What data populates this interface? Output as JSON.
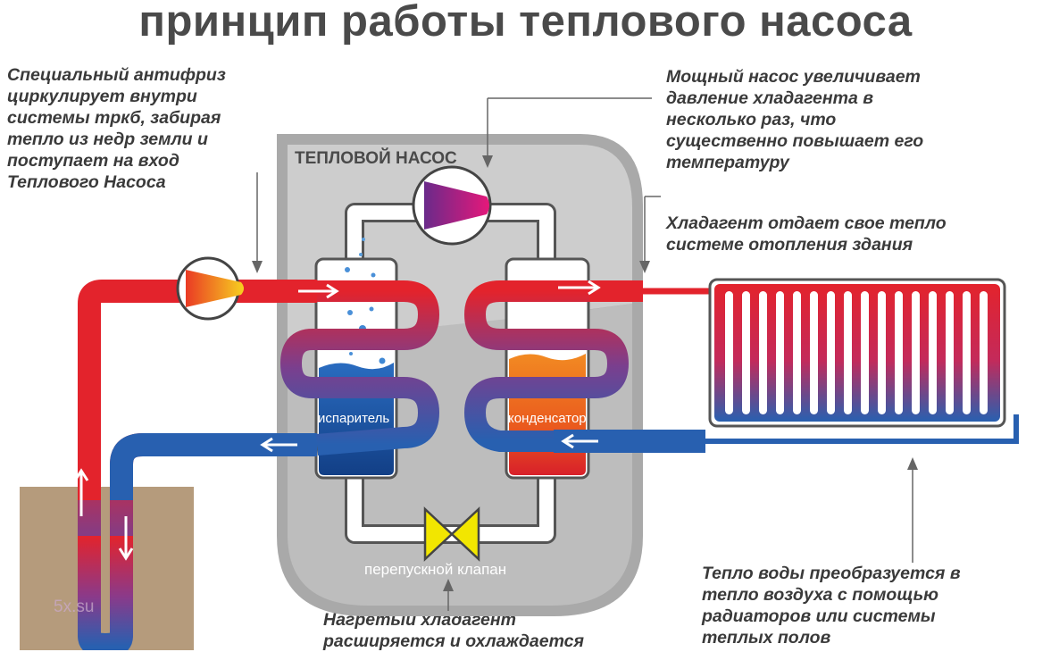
{
  "title": "принцип работы теплового насоса",
  "notes": {
    "antifreeze": "Специальный антифриз\nциркулирует внутри\nсистемы тркб, забирая\nтепло из недр земли и\nпоступает на вход\nТеплового Насоса",
    "compressor": "Мощный насос увеличивает\nдавление хладагента в\nнесколько раз, что\nсущественно повышает его\nтемпературу",
    "release": "Хладагент отдает свое тепло\nсистеме отопления здания",
    "radiators": "Тепло воды преобразуется в\nтепло воздуха  с помощью\nрадиаторов или системы\nтеплых полов",
    "expansion": "Нагретый хладагент\nрасширяется и охлаждается"
  },
  "labels": {
    "unit": "ТЕПЛОВОЙ  НАСОС",
    "evaporator": "испаритель",
    "condenser": "конденсатор",
    "valve": "перепускной клапан",
    "watermark": "5x.su"
  },
  "colors": {
    "hot": "#e3232c",
    "cold": "#2860b0",
    "housing": "#a9a9a9",
    "housing_inner": "#c8c8c8",
    "ground": "#b59b7c",
    "valve": "#f2e600",
    "condenser_fluid": "#f07a1c",
    "evaporator_fluid": "#1f5aa6",
    "text": "#3a3a3a"
  }
}
